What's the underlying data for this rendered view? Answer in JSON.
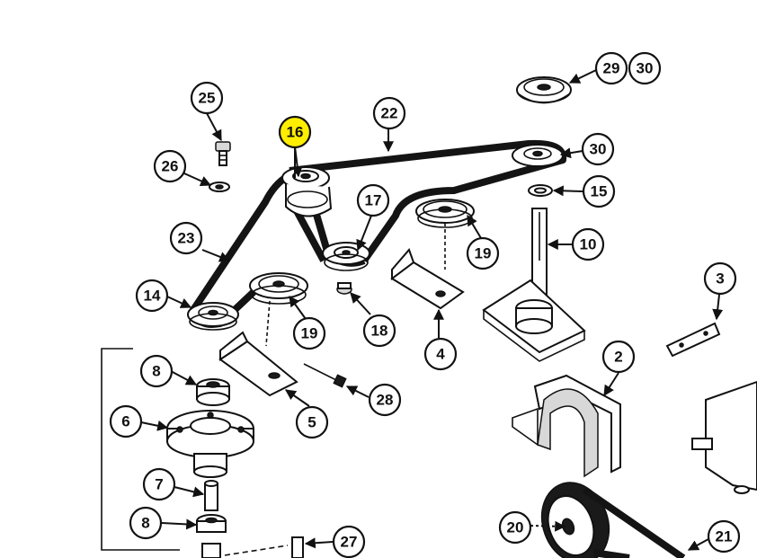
{
  "highlight_color": "#ffee00",
  "callouts": {
    "c25": "25",
    "c26": "26",
    "c16": "16",
    "c22": "22",
    "c30a": "30",
    "c29": "29",
    "c30b": "30",
    "c17": "17",
    "c15": "15",
    "c23": "23",
    "c19a": "19",
    "c10": "10",
    "c14": "14",
    "c19b": "19",
    "c18": "18",
    "c4": "4",
    "c3": "3",
    "c8a": "8",
    "c6": "6",
    "c28": "28",
    "c5": "5",
    "c2": "2",
    "c7": "7",
    "c8b": "8",
    "c27": "27",
    "c20": "20",
    "c21": "21"
  }
}
